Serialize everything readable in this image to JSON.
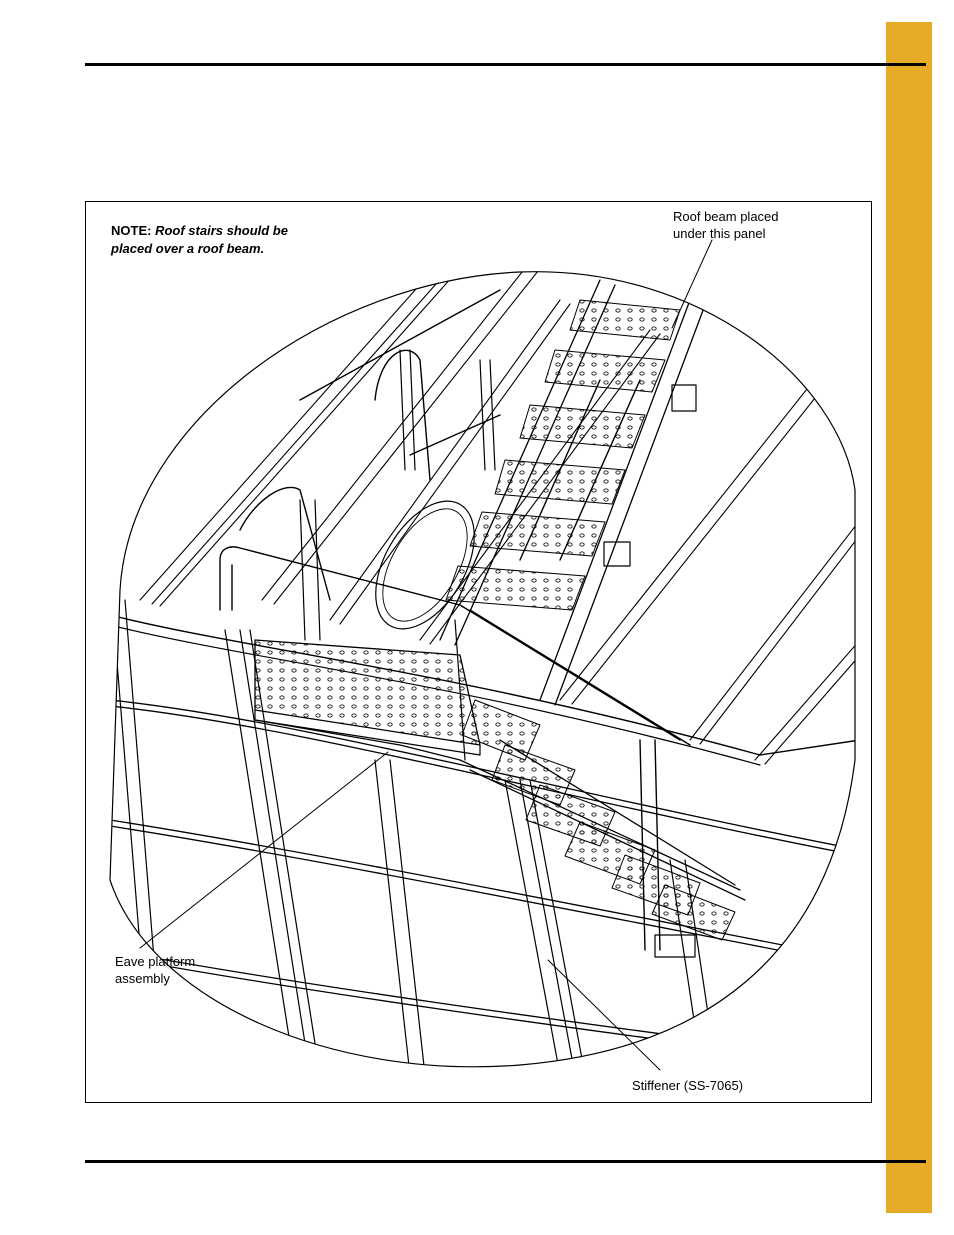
{
  "page": {
    "accent_color": "#E6AC27"
  },
  "figure": {
    "note_label": "NOTE:",
    "note_line1": "Roof stairs should be",
    "note_line2": "placed over a roof beam.",
    "callouts": {
      "roof_beam_line1": "Roof beam placed",
      "roof_beam_line2": "under this panel",
      "eave_line1": "Eave platform",
      "eave_line2": "assembly",
      "stiffener": "Stiffener (SS-7065)"
    },
    "illustration": "roof-stairs-eave-platform-drawing"
  }
}
